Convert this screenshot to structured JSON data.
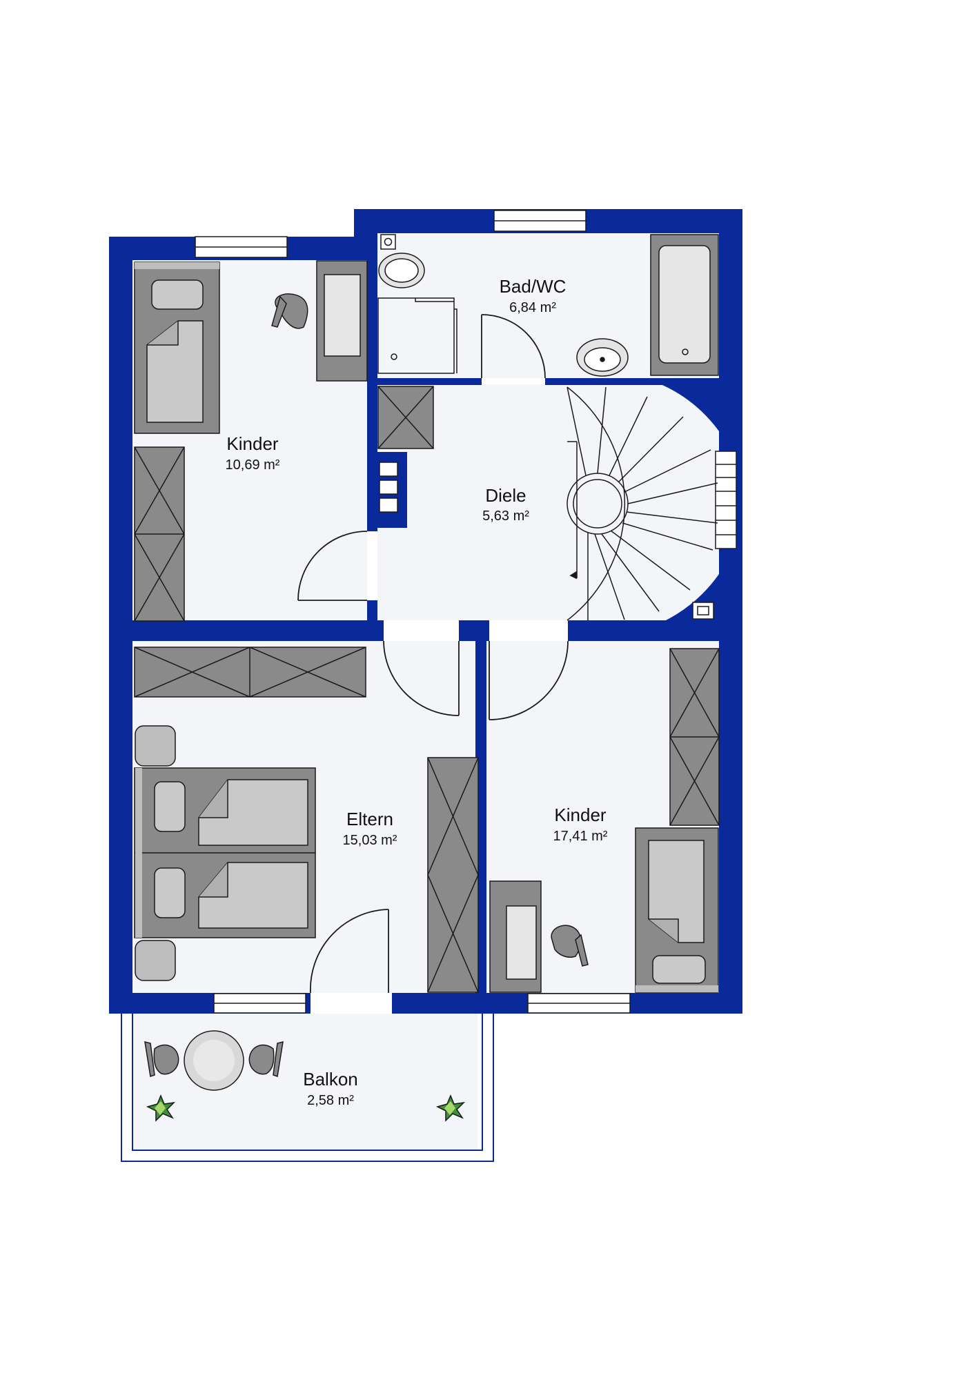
{
  "colors": {
    "wall": "#0a2a9b",
    "floor": "#f4f5f8",
    "furniture": "#8a8a8a",
    "furniture_light": "#c9c9c9",
    "line": "#1a1a1a"
  },
  "rooms": {
    "kinder1": {
      "name": "Kinder",
      "area": "10,69 m²"
    },
    "bad": {
      "name": "Bad/WC",
      "area": "6,84 m²"
    },
    "diele": {
      "name": "Diele",
      "area": "5,63 m²"
    },
    "eltern": {
      "name": "Eltern",
      "area": "15,03 m²"
    },
    "kinder2": {
      "name": "Kinder",
      "area": "17,41 m²"
    },
    "balkon": {
      "name": "Balkon",
      "area": "2,58 m²"
    }
  }
}
